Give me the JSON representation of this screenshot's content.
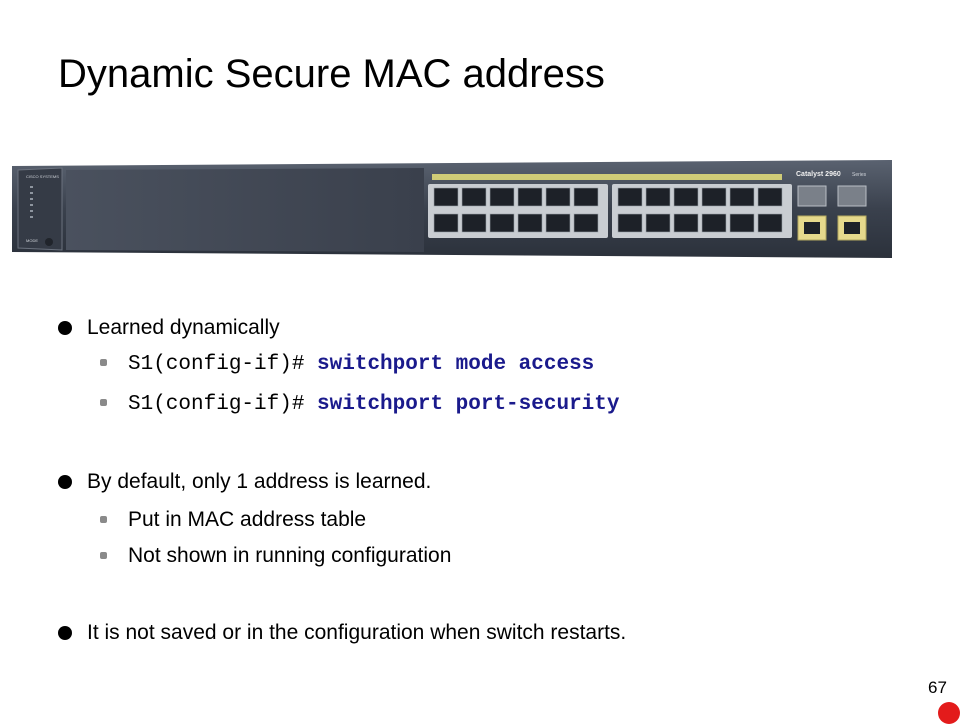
{
  "title": "Dynamic Secure MAC address",
  "image": {
    "brand": "CISCO SYSTEMS",
    "model_label": "Catalyst 2960",
    "model_suffix": "Series",
    "mode_label": "MODE"
  },
  "bullets": [
    {
      "text": "Learned dynamically",
      "sub": [
        {
          "prompt": "S1(config-if)# ",
          "command": "switchport mode access"
        },
        {
          "prompt": "S1(config-if)# ",
          "command": "switchport port-security"
        }
      ]
    },
    {
      "text": "By default, only 1 address is learned.",
      "sub": [
        {
          "text": "Put in MAC address table"
        },
        {
          "text": "Not shown in running configuration"
        }
      ]
    },
    {
      "text": "It is not saved or in the configuration when switch restarts."
    }
  ],
  "page_number": "67",
  "colors": {
    "command": "#1a1a8c",
    "accent_dot": "#e31b1b",
    "switch_body": "#3d4450",
    "port_led_strip": "#e6e07a"
  }
}
